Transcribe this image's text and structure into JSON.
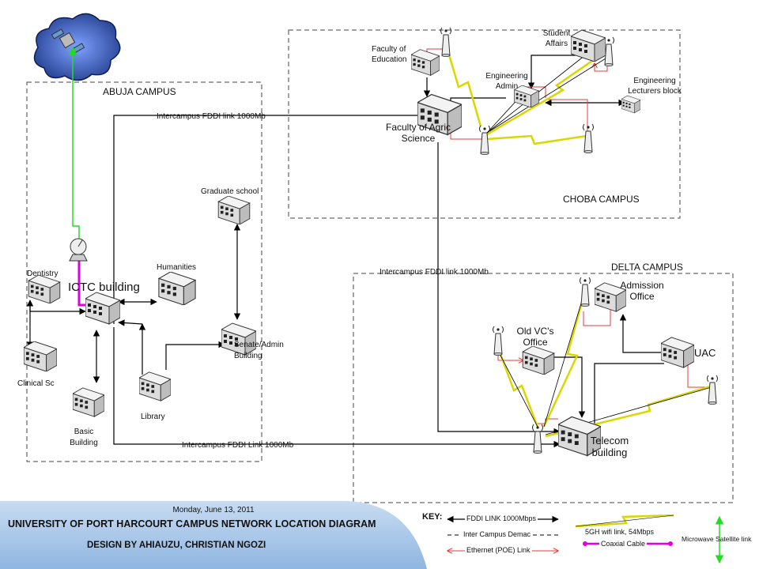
{
  "campuses": {
    "abuja": "ABUJA CAMPUS",
    "choba": "CHOBA CAMPUS",
    "delta": "DELTA CAMPUS"
  },
  "buildings": {
    "ictc": "ICTC building",
    "dentistry": "Dentistry",
    "clinical": "Clinical Sc",
    "humanities": "Humanities",
    "graduate": "Graduate school",
    "senate": "Senate/Admin Building",
    "library": "Library",
    "basic": "Basic Building",
    "education": "Faculty of Education",
    "student_affairs": "Student Affairs",
    "eng_admin": "Engineering Admin",
    "eng_lecturers": "Engineering Lecturers block",
    "agric": "Faculty of Agric Science",
    "admission": "Admission Office",
    "old_vc": "Old VC's Office",
    "uac": "UAC",
    "telecom": "Telecom building"
  },
  "links": {
    "top": "Intercampus FDDI link 1000Mb",
    "middle": "Intercampus FDDI link 1000Mb",
    "bottom": "Intercampus FDDI Link 1000Mb"
  },
  "footer": {
    "date": "Monday, June 13, 2011",
    "title": "UNIVERSITY OF PORT HARCOURT CAMPUS NETWORK LOCATION DIAGRAM",
    "author": "DESIGN BY AHIAUZU, CHRISTIAN NGOZI"
  },
  "key": {
    "heading": "KEY:",
    "fddi": "FDDI LINK 1000Mbps",
    "demac": "Inter Campus Demac",
    "ethernet": "Ethernet (POE) Link",
    "wifi": "5GH wifi link, 54Mbps",
    "coax": "Coaxial Cable",
    "satellite": "Microwave Satellite link"
  },
  "colors": {
    "fddi": "#000000",
    "ethernet": "#e23b3b",
    "wifi": "#e8e800",
    "coax": "#e000e0",
    "satellite": "#22dd22",
    "cloud": "#1f3a8a",
    "footer_blue": "#9cc1e6"
  }
}
